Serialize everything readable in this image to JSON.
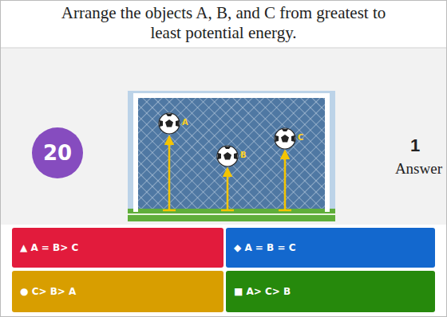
{
  "diagram": {
    "title": "Arrange the objects A, B, and C from greatest to least potential energy.",
    "nodes": [
      {
        "text": [
          "20"
        ]
      },
      {
        "text": [
          "▲ A = B> C"
        ]
      },
      {
        "text": [
          "◆ A = B = C"
        ]
      },
      {
        "text": [
          "● C> B> A"
        ]
      },
      {
        "text": [
          "■ A> C> B"
        ]
      }
    ],
    "labels": [
      "1",
      "Answer",
      "A",
      "B",
      "C"
    ]
  }
}
